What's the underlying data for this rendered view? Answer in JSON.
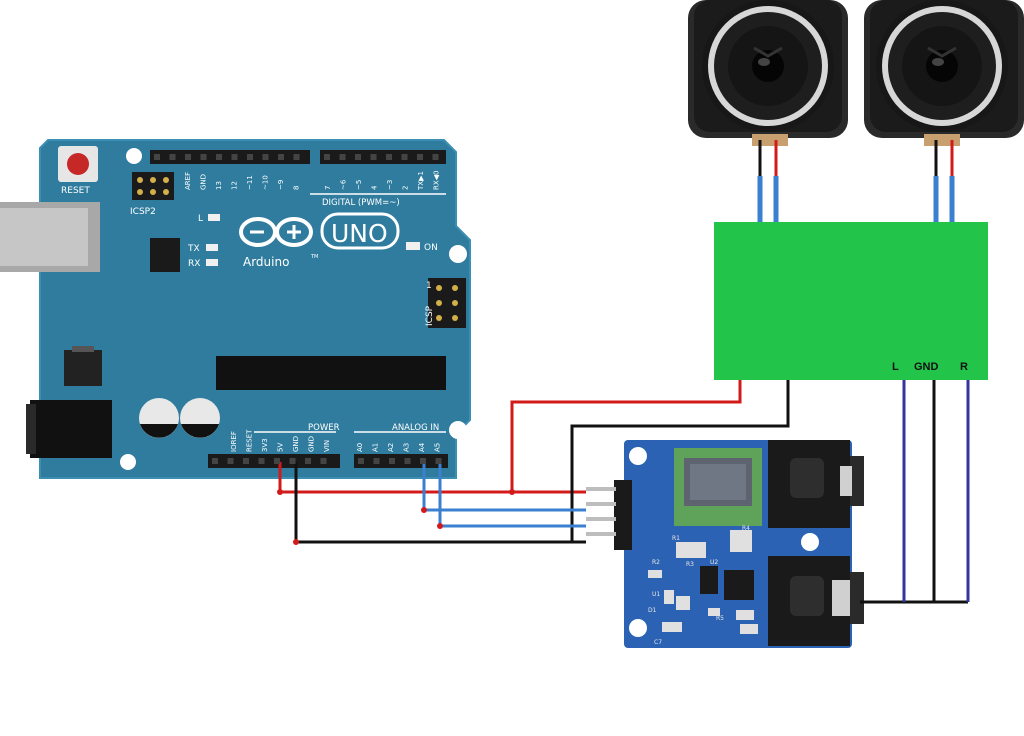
{
  "colors": {
    "arduino_board": "#2f7c9e",
    "amp_board": "#22c44a",
    "radio_board": "#2b62b3",
    "wire_red": "#d21a1a",
    "wire_black": "#111111",
    "wire_blue": "#3a7fd0",
    "wire_purple": "#3535a0"
  },
  "arduino": {
    "reset": "RESET",
    "icsp2": "ICSP2",
    "icsp": "ICSP",
    "brand": "Arduino",
    "tm": "TM",
    "model": "UNO",
    "led_l": "L",
    "led_tx": "TX",
    "led_rx": "RX",
    "led_on": "ON",
    "digital": "DIGITAL (PWM=~)",
    "power": "POWER",
    "analog_in": "ANALOG IN",
    "icsp_pin1": "1",
    "digital_pins": [
      "AREF",
      "GND",
      "13",
      "12",
      "~11",
      "~10",
      "~9",
      "8",
      "7",
      "~6",
      "~5",
      "4",
      "~3",
      "2",
      "TX▶1",
      "RX◀0"
    ],
    "power_pins": [
      "IOREF",
      "RESET",
      "3V3",
      "5V",
      "GND",
      "GND",
      "VIN"
    ],
    "analog_pins": [
      "A0",
      "A1",
      "A2",
      "A3",
      "A4",
      "A5"
    ]
  },
  "amplifier": {
    "pin_l": "L",
    "pin_gnd": "GND",
    "pin_r": "R"
  },
  "radio": {
    "labels": [
      "R2",
      "R1",
      "R4",
      "R3",
      "D1",
      "U1",
      "U2",
      "C7",
      "R5"
    ]
  },
  "icons": [
    "speaker-icon",
    "speaker-icon",
    "audio-jack-icon",
    "audio-jack-icon",
    "usb-connector-icon",
    "dc-jack-icon"
  ]
}
